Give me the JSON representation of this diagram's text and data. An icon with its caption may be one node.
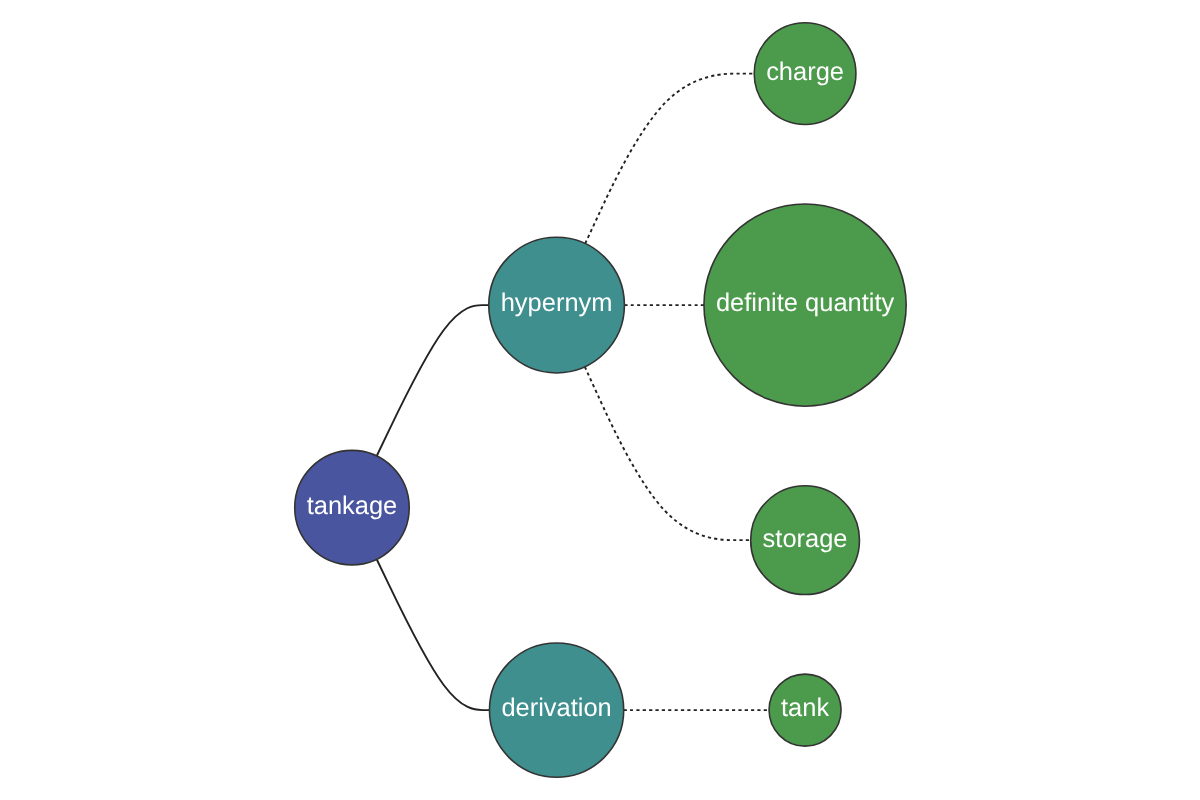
{
  "diagram": {
    "nodes": [
      {
        "text": [
          "charge"
        ]
      },
      {
        "text": [
          "definite quantity"
        ]
      },
      {
        "text": [
          "hypernym"
        ]
      },
      {
        "text": [
          "storage"
        ]
      },
      {
        "text": [
          "tankage"
        ]
      },
      {
        "text": [
          "derivation"
        ]
      },
      {
        "text": [
          "tank"
        ]
      }
    ],
    "edges": [
      {
        "from": 2,
        "to": 0,
        "arrow": "none",
        "style": "dashed"
      },
      {
        "from": 2,
        "to": 1,
        "arrow": "none",
        "style": "dashed"
      },
      {
        "from": 2,
        "to": 3,
        "arrow": "none",
        "style": "dashed"
      },
      {
        "from": 4,
        "to": 2,
        "arrow": "none"
      },
      {
        "from": 4,
        "to": 5,
        "arrow": "none"
      },
      {
        "from": 5,
        "to": 6,
        "arrow": "none",
        "style": "dashed"
      }
    ]
  }
}
